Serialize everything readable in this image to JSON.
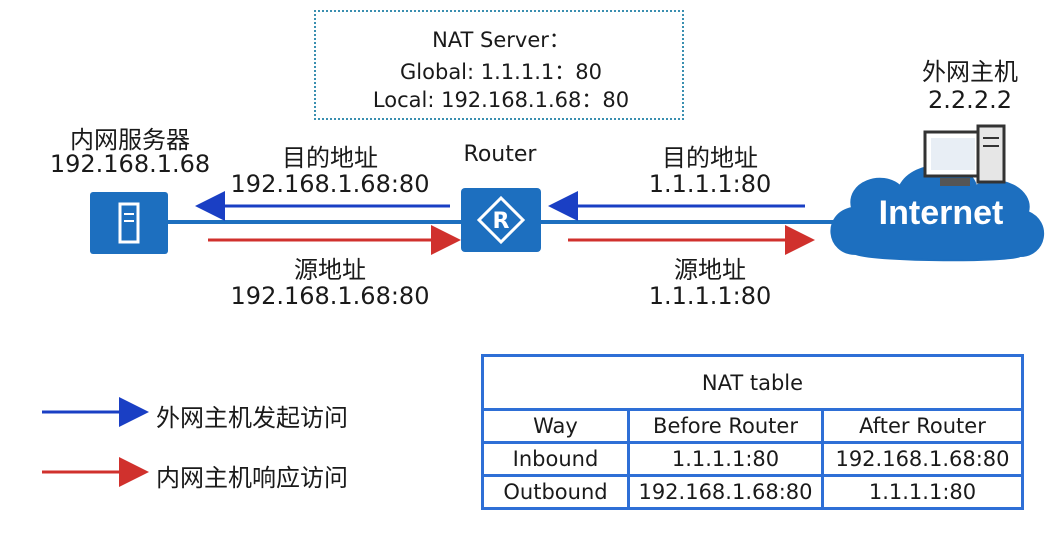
{
  "nat_server": {
    "title": "NAT Server：",
    "global": "Global: 1.1.1.1：80",
    "local": "Local: 192.168.1.68：80"
  },
  "internal_server": {
    "name": "内网服务器",
    "ip": "192.168.1.68"
  },
  "external_host": {
    "name": "外网主机",
    "ip": "2.2.2.2"
  },
  "router": {
    "label": "Router"
  },
  "internet": {
    "label": "Internet"
  },
  "left_link": {
    "dest_label": "目的地址",
    "dest_addr": "192.168.1.68:80",
    "src_label": "源地址",
    "src_addr": "192.168.1.68:80"
  },
  "right_link": {
    "dest_label": "目的地址",
    "dest_addr": "1.1.1.1:80",
    "src_label": "源地址",
    "src_addr": "1.1.1.1:80"
  },
  "legend": [
    {
      "label": "外网主机发起访问",
      "color": "#1a3fc4"
    },
    {
      "label": "内网主机响应访问",
      "color": "#d0312d"
    }
  ],
  "nat_table": {
    "title": "NAT table",
    "headers": [
      "Way",
      "Before Router",
      "After Router"
    ],
    "rows": [
      [
        "Inbound",
        "1.1.1.1:80",
        "192.168.1.68:80"
      ],
      [
        "Outbound",
        "192.168.1.68:80",
        "1.1.1.1:80"
      ]
    ]
  },
  "colors": {
    "blue_arrow": "#1a3fc4",
    "red_arrow": "#d0312d",
    "device_blue": "#1d6fbf",
    "table_border": "#2e6fd6"
  }
}
